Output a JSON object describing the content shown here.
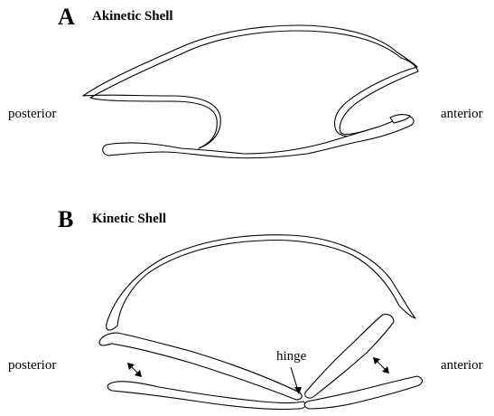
{
  "panel_a": {
    "letter": "A",
    "title": "Akinetic Shell",
    "left_label": "posterior",
    "right_label": "anterior"
  },
  "panel_b": {
    "letter": "B",
    "title": "Kinetic Shell",
    "left_label": "posterior",
    "right_label": "anterior",
    "hinge_label": "hinge"
  }
}
